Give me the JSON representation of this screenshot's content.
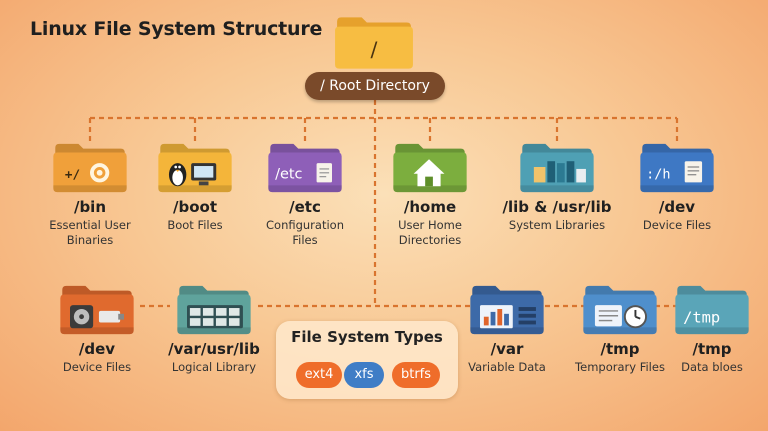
{
  "title": "Linux File System Structure",
  "root": {
    "folder_label": "/",
    "pill_label": "/ Root Directory"
  },
  "top_row": [
    {
      "name": "/bin",
      "desc": "Essential User Binaries",
      "color": "#f0a03a",
      "icon": "terminal-gear-icon",
      "tab_text": "+/"
    },
    {
      "name": "/boot",
      "desc": "Boot Files",
      "color": "#f4b53a",
      "icon": "penguin-computer-icon"
    },
    {
      "name": "/etc",
      "desc": "Configuration Files",
      "color": "#8e5fb8",
      "icon": "config-document-icon",
      "tab_text": "/etc"
    },
    {
      "name": "/home",
      "desc": "User Home Directories",
      "color": "#7cae3e",
      "icon": "house-icon"
    },
    {
      "name": "/lib & /usr/lib",
      "desc": "System Libraries",
      "color": "#4fa0b4",
      "icon": "library-books-icon"
    },
    {
      "name": "/dev",
      "desc": "Device Files",
      "color": "#3e78c4",
      "icon": "device-document-icon",
      "tab_text": ":/h"
    }
  ],
  "bottom_row": [
    {
      "name": "/dev",
      "desc": "Device Files",
      "color": "#e06a2e",
      "icon": "hard-drive-usb-icon"
    },
    {
      "name": "/var/usr/lib",
      "desc": "Logical Library",
      "color": "#5fa39c",
      "icon": "grid-library-icon"
    },
    {
      "name": "/var",
      "desc": "Variable Data",
      "color": "#3d6aa8",
      "icon": "bar-chart-icon"
    },
    {
      "name": "/tmp",
      "desc": "Temporary Files",
      "color": "#4f8fcc",
      "icon": "stopwatch-icon"
    },
    {
      "name": "/tmp",
      "desc": "Data bloes",
      "color": "#5aa5b8",
      "icon": "tmp-text-icon",
      "tab_text": "/tmp"
    }
  ],
  "file_system_types": {
    "title": "File System Types",
    "items": [
      {
        "label": "ext4",
        "color": "#ef6d2a"
      },
      {
        "label": "xfs",
        "color": "#3f7dc6"
      },
      {
        "label": "btrfs",
        "color": "#ef6d2a"
      }
    ]
  },
  "connector_color": "#d9742e"
}
